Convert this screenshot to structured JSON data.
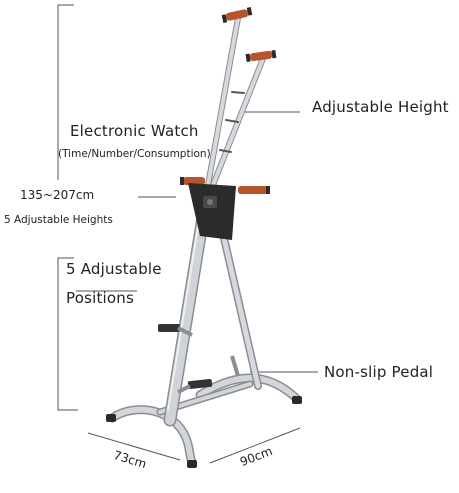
{
  "labels": {
    "adjustable_height": "Adjustable Height",
    "electronic_watch": "Electronic Watch",
    "watch_functions": "(Time/Number/Consumption)",
    "height_range": "135~207cm",
    "adjustable_heights": "5 Adjustable Heights",
    "adjustable_positions_line1": "5 Adjustable",
    "adjustable_positions_line2": "Positions",
    "non_slip_pedal": "Non-slip Pedal",
    "depth": "73cm",
    "width": "90cm"
  },
  "colors": {
    "frame": "#c9ccd0",
    "frame_dark": "#8a8e93",
    "handle_grip": "#b5552e",
    "grip_cap": "#2a2a2a",
    "console": "#2b2b2b",
    "guide_line": "#555555",
    "pedal": "#333333",
    "background": "#ffffff"
  }
}
